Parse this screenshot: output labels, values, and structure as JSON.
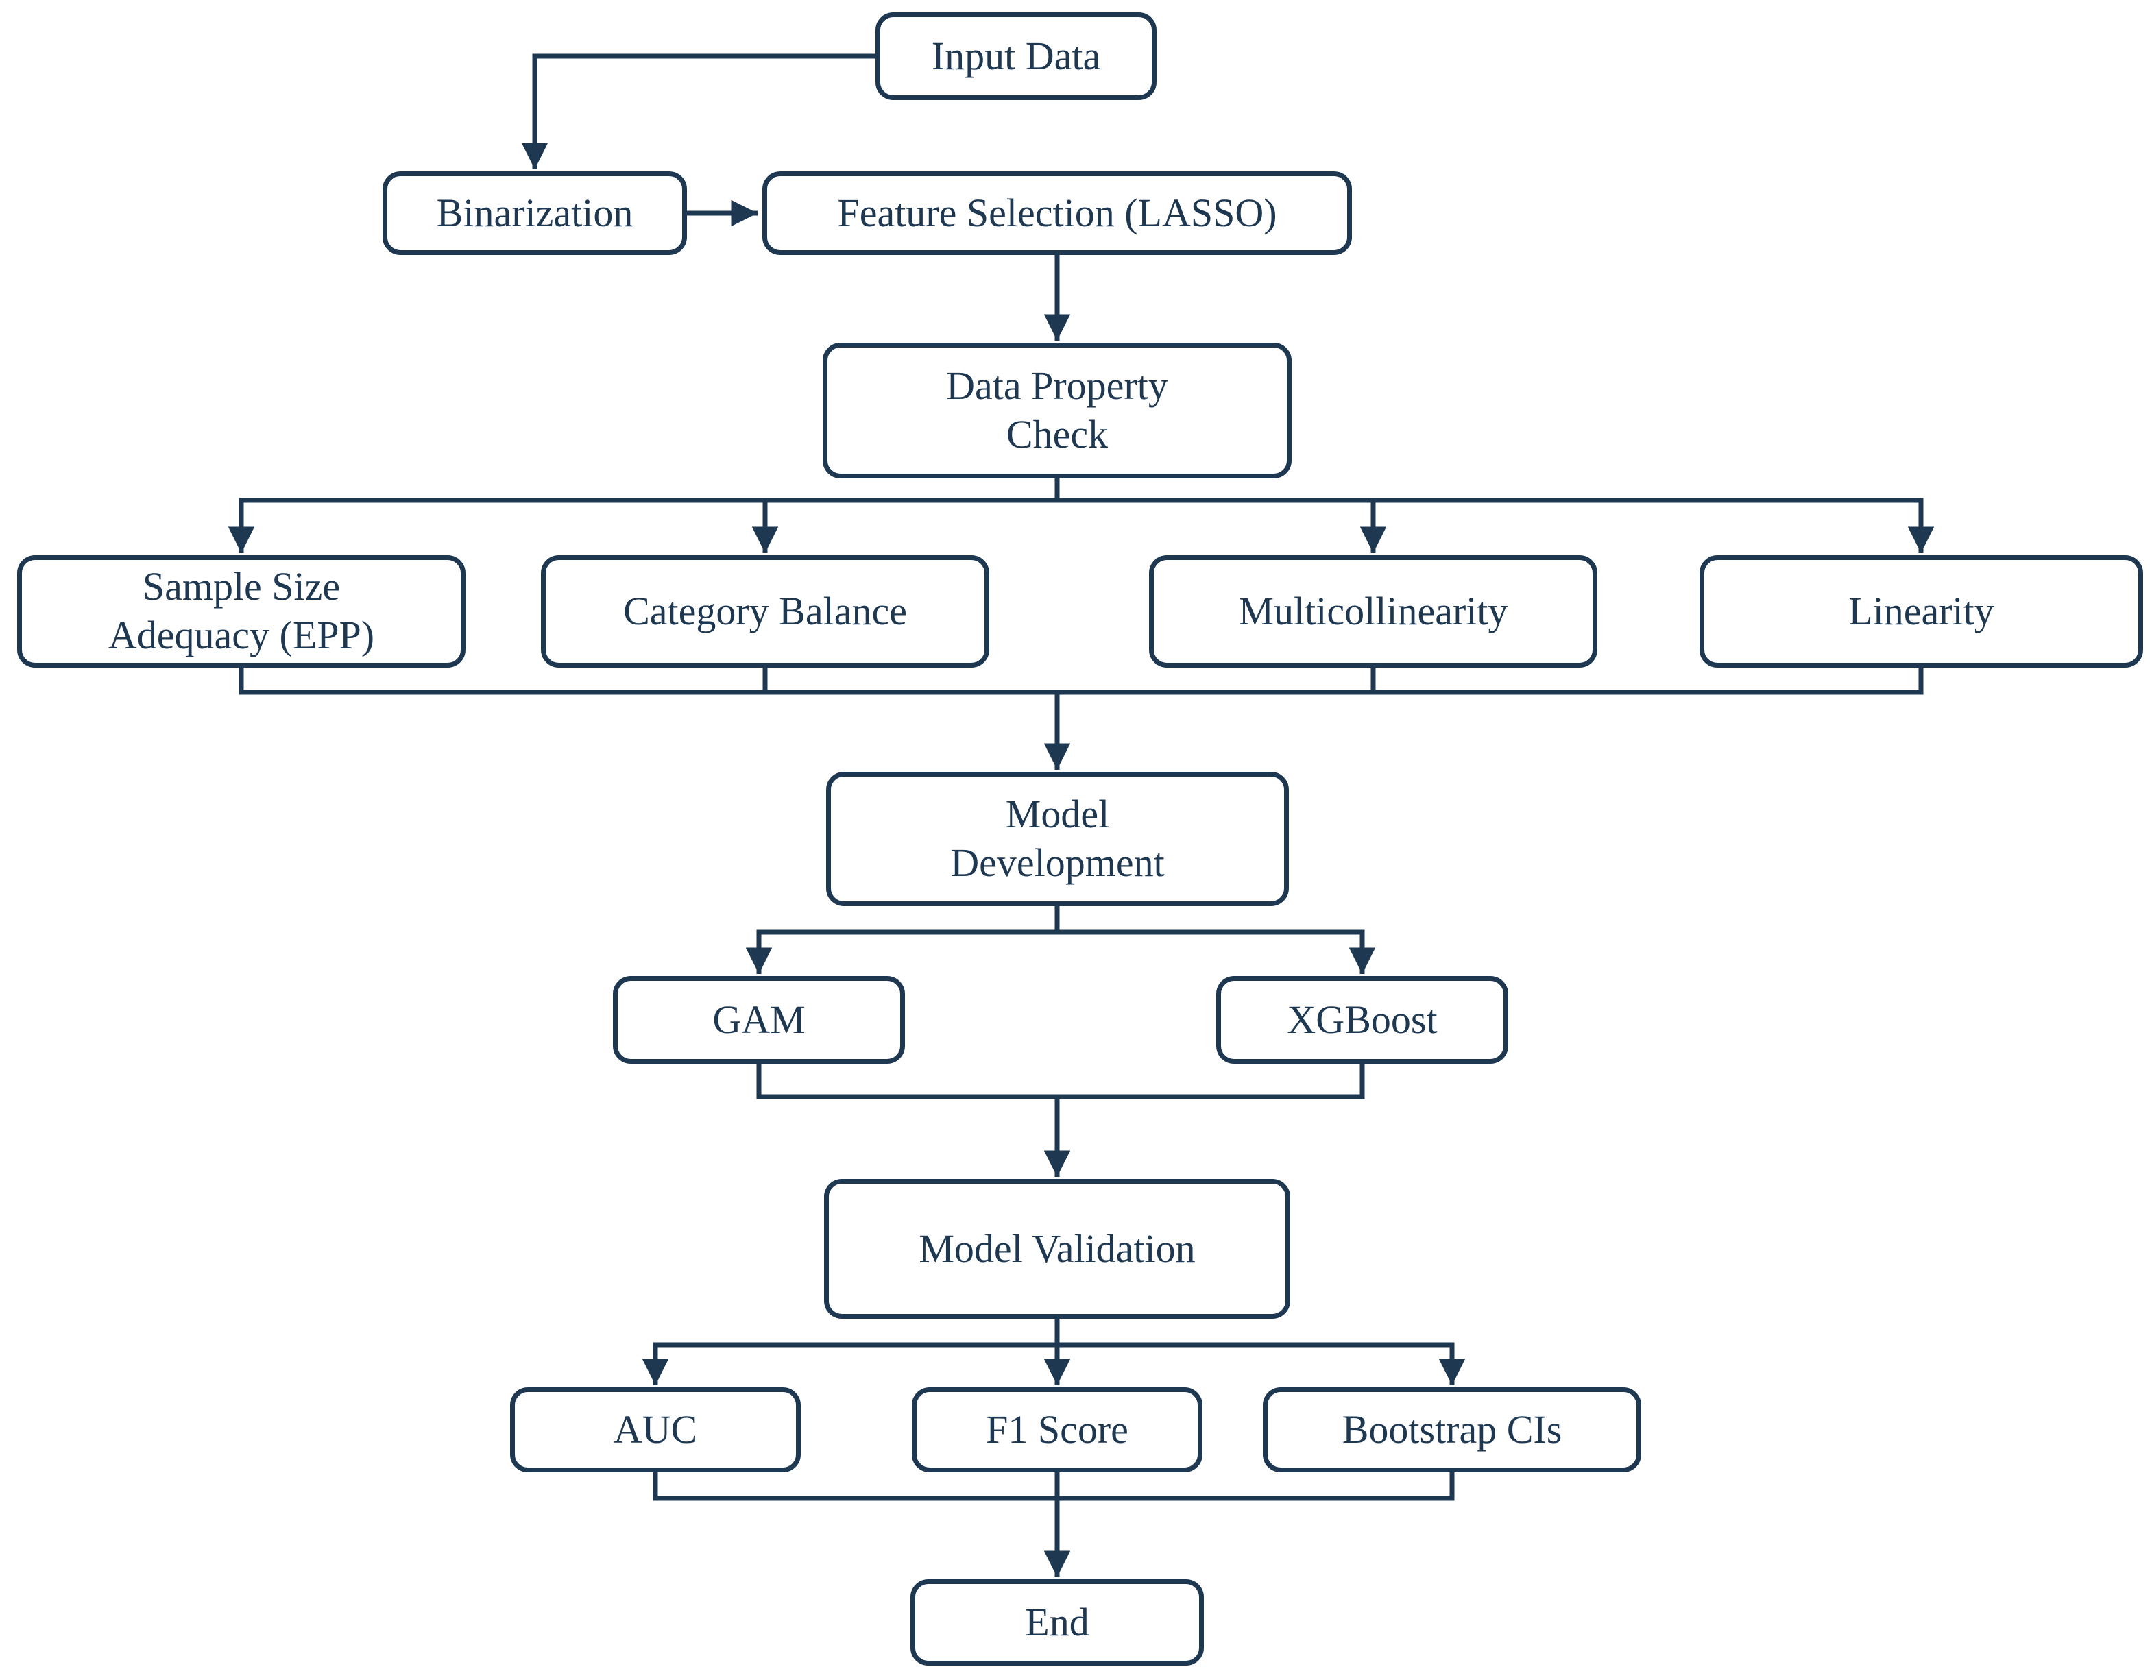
{
  "diagram": {
    "type": "flowchart",
    "colors": {
      "line": "#1f3852",
      "node_border": "#1f3852",
      "node_fill": "#ffffff",
      "node_text": "#1f3852",
      "background": "#ffffff"
    },
    "nodes": {
      "input_data": {
        "label": "Input Data"
      },
      "binarization": {
        "label": "Binarization"
      },
      "feature_selection": {
        "label": "Feature Selection (LASSO)"
      },
      "data_property_check": {
        "label": "Data Property\nCheck"
      },
      "sample_size": {
        "label": "Sample Size\nAdequacy (EPP)"
      },
      "category_balance": {
        "label": "Category Balance"
      },
      "multicollinearity": {
        "label": "Multicollinearity"
      },
      "linearity": {
        "label": "Linearity"
      },
      "model_development": {
        "label": "Model\nDevelopment"
      },
      "gam": {
        "label": "GAM"
      },
      "xgboost": {
        "label": "XGBoost"
      },
      "model_validation": {
        "label": "Model Validation"
      },
      "auc": {
        "label": "AUC"
      },
      "f1_score": {
        "label": "F1 Score"
      },
      "bootstrap_cis": {
        "label": "Bootstrap CIs"
      },
      "end": {
        "label": "End"
      }
    },
    "edges": [
      {
        "from": "Input Data",
        "to": "Binarization"
      },
      {
        "from": "Binarization",
        "to": "Feature Selection (LASSO)"
      },
      {
        "from": "Feature Selection (LASSO)",
        "to": "Data Property Check"
      },
      {
        "from": "Data Property Check",
        "to": "Sample Size Adequacy (EPP)"
      },
      {
        "from": "Data Property Check",
        "to": "Category Balance"
      },
      {
        "from": "Data Property Check",
        "to": "Multicollinearity"
      },
      {
        "from": "Data Property Check",
        "to": "Linearity"
      },
      {
        "from": "Sample Size Adequacy (EPP)",
        "to": "Model Development"
      },
      {
        "from": "Category Balance",
        "to": "Model Development"
      },
      {
        "from": "Multicollinearity",
        "to": "Model Development"
      },
      {
        "from": "Linearity",
        "to": "Model Development"
      },
      {
        "from": "Model Development",
        "to": "GAM"
      },
      {
        "from": "Model Development",
        "to": "XGBoost"
      },
      {
        "from": "GAM",
        "to": "Model Validation"
      },
      {
        "from": "XGBoost",
        "to": "Model Validation"
      },
      {
        "from": "Model Validation",
        "to": "AUC"
      },
      {
        "from": "Model Validation",
        "to": "F1 Score"
      },
      {
        "from": "Model Validation",
        "to": "Bootstrap CIs"
      },
      {
        "from": "AUC",
        "to": "End"
      },
      {
        "from": "F1 Score",
        "to": "End"
      },
      {
        "from": "Bootstrap CIs",
        "to": "End"
      }
    ]
  }
}
